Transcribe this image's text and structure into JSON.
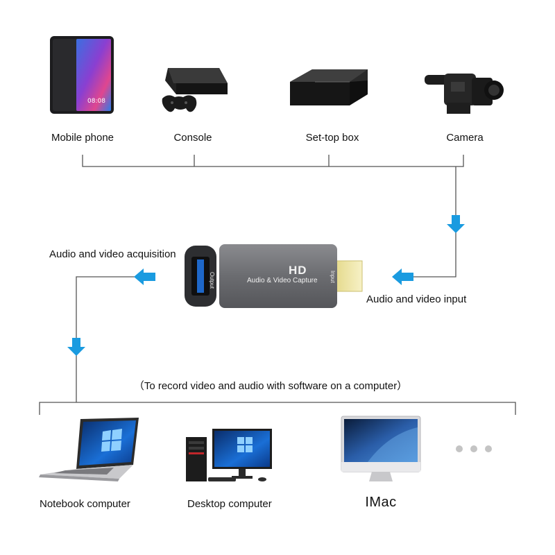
{
  "sources": [
    {
      "label": "Mobile phone",
      "icon": "mobile-phone-icon"
    },
    {
      "label": "Console",
      "icon": "game-console-icon"
    },
    {
      "label": "Set-top box",
      "icon": "set-top-box-icon"
    },
    {
      "label": "Camera",
      "icon": "video-camera-icon"
    }
  ],
  "capture_card": {
    "badge": "HD",
    "name": "Audio & Video Capture",
    "output_label": "Output",
    "input_label": "Input"
  },
  "flow": {
    "acquisition_label": "Audio and video acquisition",
    "input_label": "Audio and video input",
    "note": "（To record video and audio with software on a computer）"
  },
  "targets": [
    {
      "label": "Notebook computer",
      "icon": "laptop-icon"
    },
    {
      "label": "Desktop computer",
      "icon": "desktop-computer-icon"
    },
    {
      "label": "IMac",
      "icon": "imac-icon"
    }
  ],
  "more": {
    "icon": "more-dots-icon"
  },
  "colors": {
    "arrow": "#1a9be0",
    "line": "#555555",
    "card_body": "#6e6f73",
    "hdmi_plug": "#f1e9a8",
    "usb_blue": "#1e67c9"
  }
}
